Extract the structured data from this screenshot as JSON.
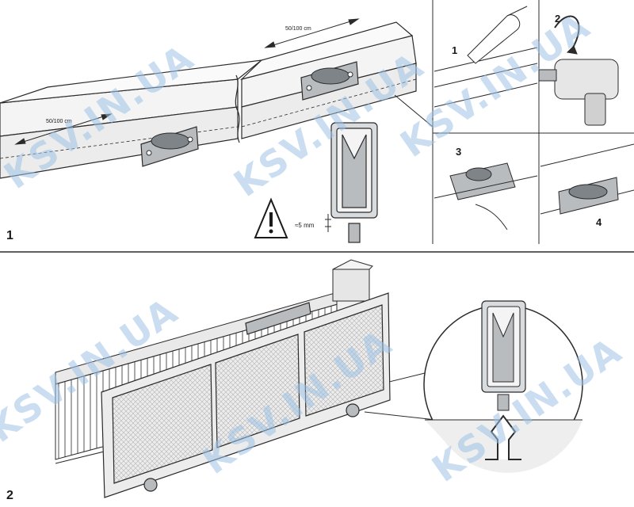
{
  "watermark": "KSV.IN.UA",
  "panel_top": {
    "number": "1",
    "dimension_left": "50/100 cm",
    "dimension_right": "50/100 cm",
    "gap_label": "≈5 mm",
    "steps": [
      "1",
      "2",
      "3",
      "4"
    ]
  },
  "panel_bottom": {
    "number": "2"
  },
  "colors": {
    "line": "#2b2b2b",
    "steel": "#b9bcbf",
    "steel_dark": "#7f8489",
    "mesh": "#c8c8c8",
    "watermark": "#9fc3e6"
  }
}
